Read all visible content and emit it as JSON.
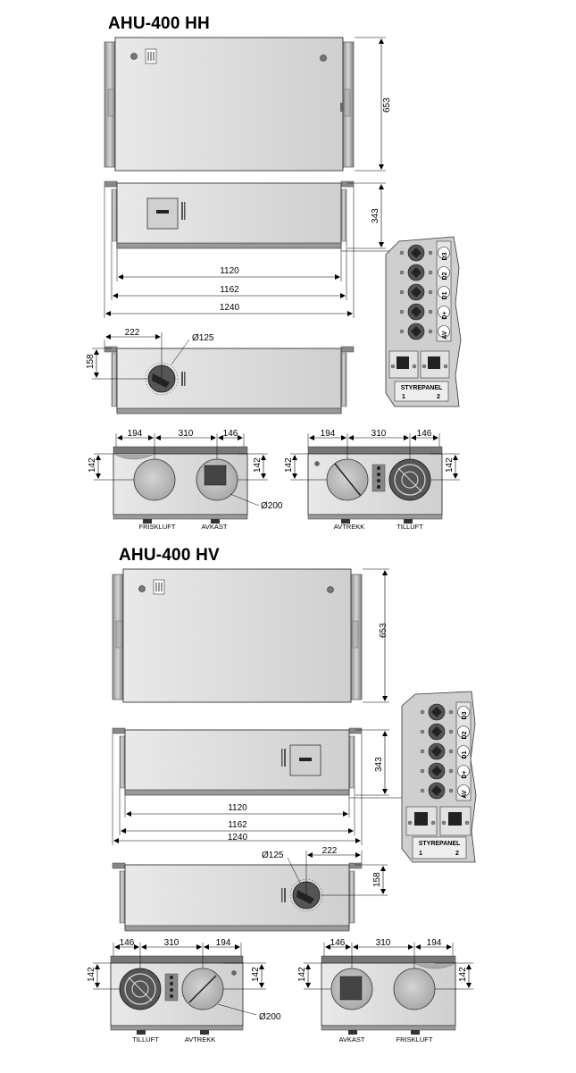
{
  "sections": [
    {
      "title": "AHU-400 HH",
      "dims": {
        "height_top": "653",
        "height_side": "343",
        "w1120": "1120",
        "w1162": "1162",
        "w1240": "1240",
        "d222": "222",
        "d158": "158",
        "dia125": "Ø125",
        "e194": "194",
        "e310": "310",
        "e146": "146",
        "e142": "142",
        "dia200": "Ø200"
      },
      "labels": {
        "friskluft": "FRISKLUFT",
        "avkast": "AVKAST",
        "avtrekk": "AVTREKK",
        "tilluft": "TILLUFT"
      },
      "panel": {
        "connectors": [
          "D3",
          "D2",
          "D1",
          "D+",
          "AV"
        ],
        "title": "STYREPANEL",
        "port1": "1",
        "port2": "2"
      }
    },
    {
      "title": "AHU-400 HV",
      "dims": {
        "height_top": "653",
        "height_side": "343",
        "w1120": "1120",
        "w1162": "1162",
        "w1240": "1240",
        "d222": "222",
        "d158": "158",
        "dia125": "Ø125",
        "e146": "146",
        "e310": "310",
        "e194": "194",
        "e142": "142",
        "dia200": "Ø200"
      },
      "labels": {
        "tilluft": "TILLUFT",
        "avtrekk": "AVTREKK",
        "avkast": "AVKAST",
        "friskluft": "FRISKLUFT"
      },
      "panel": {
        "connectors": [
          "D3",
          "D2",
          "D1",
          "D+",
          "AV"
        ],
        "title": "STYREPANEL",
        "port1": "1",
        "port2": "2"
      }
    }
  ]
}
